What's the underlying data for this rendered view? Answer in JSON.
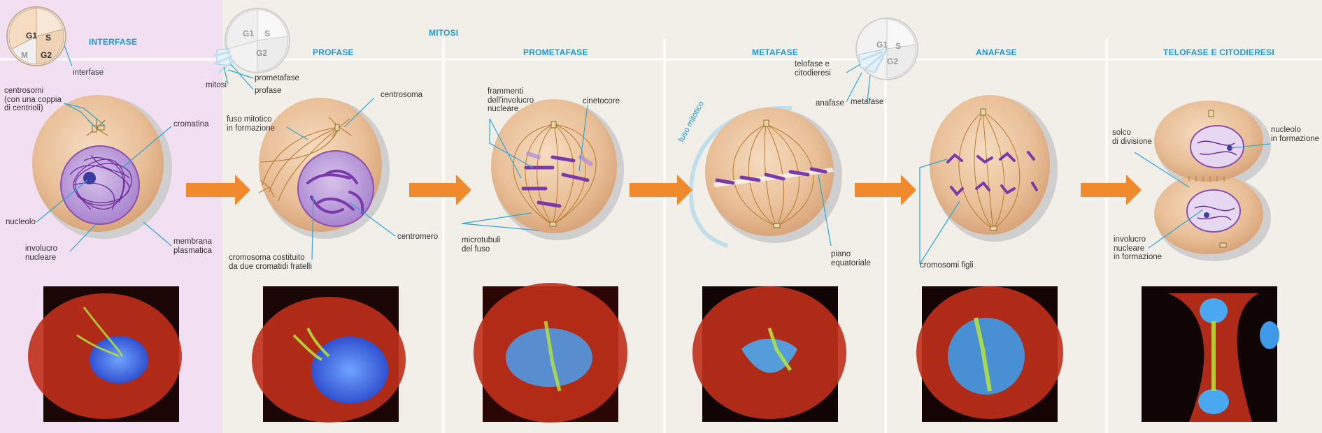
{
  "colors": {
    "interphase_bg": "#f3dff2",
    "mitosis_bg": "#f2efe8",
    "header_blue": "#1a9ad6",
    "arrow_orange": "#f08a2c",
    "cell_fill": "#e9c29a",
    "chromatin": "#8c4fb0",
    "pointer_line": "#2aa7d9"
  },
  "headers": {
    "interfase": "INTERFASE",
    "mitosi": "MITOSI",
    "profase": "PROFASE",
    "prometafase": "PROMETAFASE",
    "metafase": "METAFASE",
    "anafase": "ANAFASE",
    "telofase": "TELOFASE E CITODIERESI"
  },
  "cycle_left": {
    "g1": "G1",
    "s": "S",
    "m": "M",
    "g2": "G2",
    "interfase": "interfase"
  },
  "cycle_mid": {
    "g1": "G1",
    "s": "S",
    "g2": "G2",
    "prometafase": "prometafase",
    "profase": "profase",
    "mitosi": "mitosi"
  },
  "cycle_right": {
    "g1": "G1",
    "s": "S",
    "g2": "G2",
    "telofase": "telofase e\ncitodieresi",
    "anafase": "anafase",
    "metafase": "metafase"
  },
  "labels": {
    "centrosomi": "centrosomi\n(con una coppia\ndi centrioli)",
    "cromatina": "cromatina",
    "nucleolo": "nucleolo",
    "involucro": "involucro\nnucleare",
    "membrana": "membrana\nplasmatica",
    "fuso_formazione": "fuso mitotico\nin formazione",
    "centrosoma": "centrosoma",
    "centromero": "centromero",
    "cromosoma": "cromosoma costituito\nda due cromatidi fratelli",
    "frammenti": "frammenti\ndell'involucro\nnucleare",
    "cinetocore": "cinetocore",
    "microtubuli": "microtubuli\ndel fuso",
    "fuso_mitotico": "fuso mitotico",
    "piano": "piano\nequatoriale",
    "cromosomi_figli": "cromosomi figli",
    "solco": "solco\ndi divisione",
    "nucleolo_formazione": "nucleolo\nin formazione",
    "involucro_formazione": "involucro\nnucleare\nin formazione"
  }
}
